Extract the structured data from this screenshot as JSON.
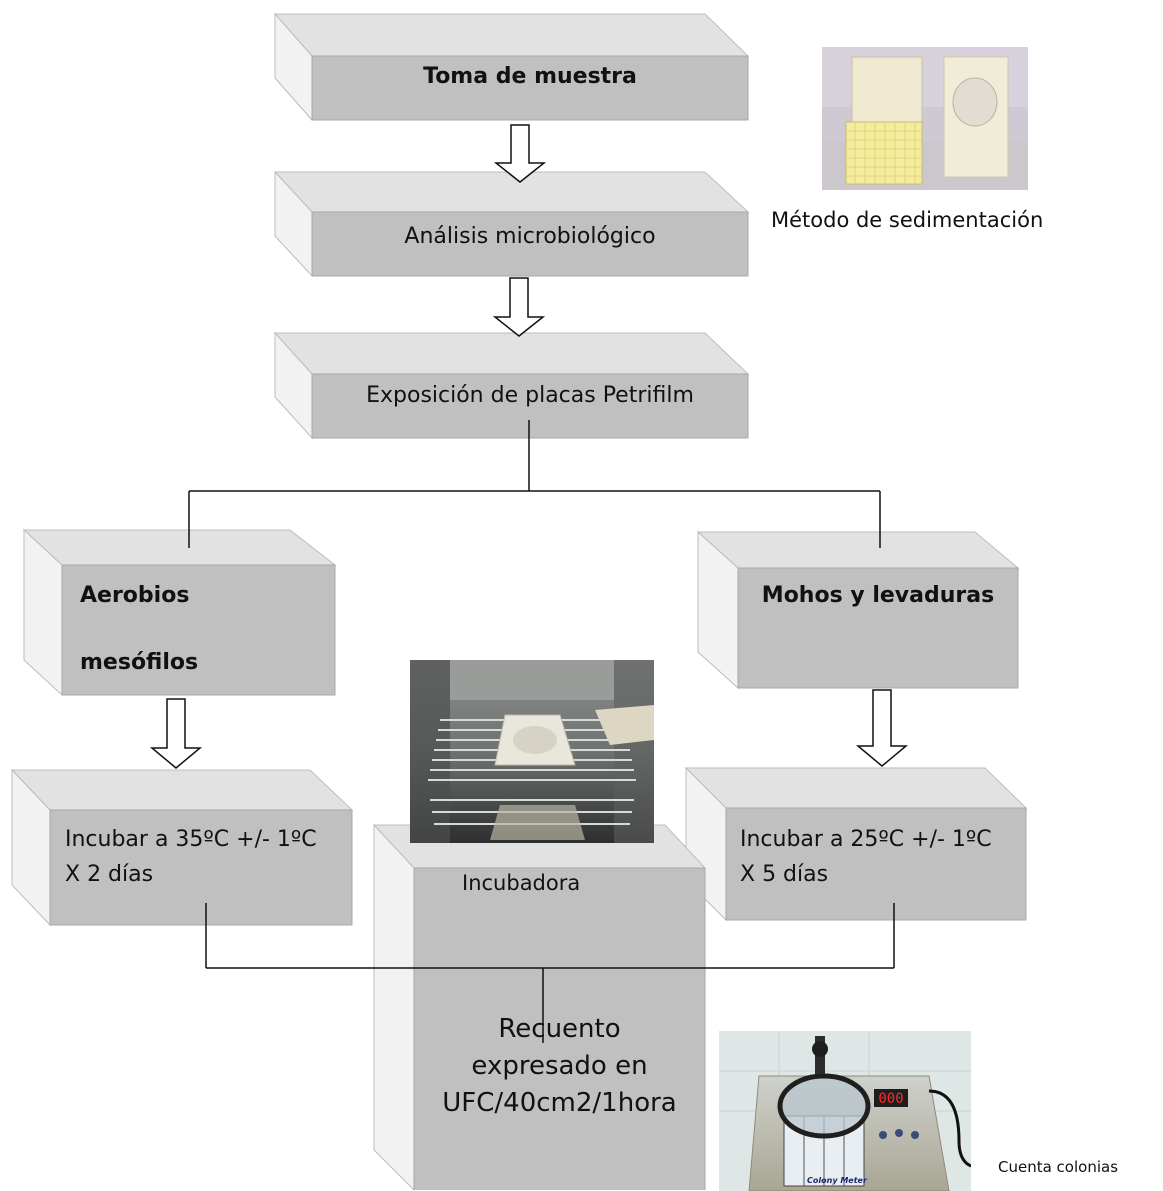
{
  "boxes": {
    "sampling": "Toma de muestra",
    "analysis": "Análisis microbiológico",
    "exposure": "Exposición de placas Petrifilm",
    "aerobes_line1": "Aerobios",
    "aerobes_line2": "mesófilos",
    "molds": "Mohos y levaduras",
    "incubate_aerobes_line1": "Incubar a 35ºC +/- 1ºC",
    "incubate_aerobes_line2": "X 2 días",
    "incubate_molds_line1": "Incubar a 25ºC +/- 1ºC",
    "incubate_molds_line2": "X 5 días",
    "count_line1": "Recuento",
    "count_line2": "expresado en",
    "count_line3": "UFC/40cm2/1hora"
  },
  "photos": {
    "sedimentation_caption": "Método de sedimentación",
    "incubator_caption": "Incubadora",
    "counter_caption": "Cuenta colonias",
    "counter_display": "000",
    "counter_brand": "Colony Meter"
  },
  "colors": {
    "box_front": "#c0c0c0",
    "box_top": "#e2e2e2",
    "box_side": "#f2f2f2",
    "line": "#111111"
  }
}
